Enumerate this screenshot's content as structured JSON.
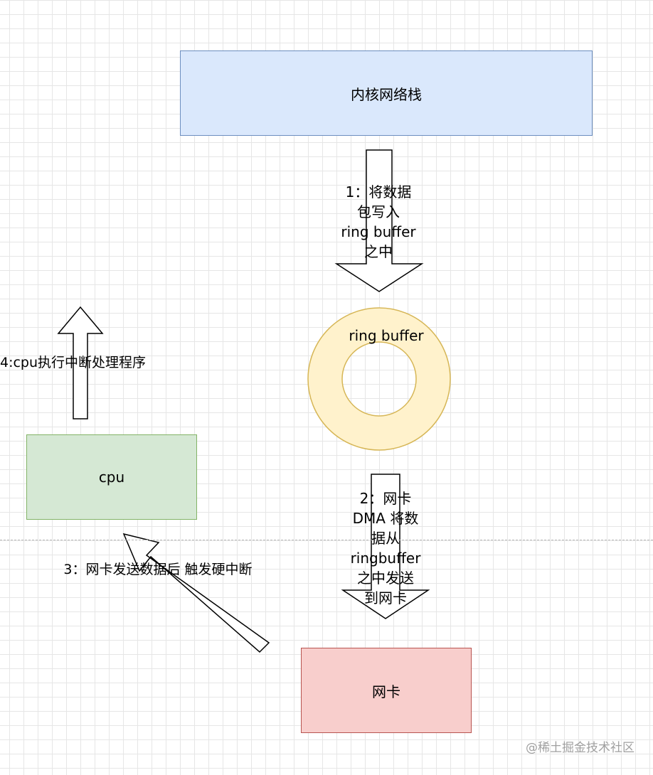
{
  "nodes": {
    "kernel_stack": {
      "label": "内核网络栈",
      "fill": "#dae8fc",
      "stroke": "#6c8ebf"
    },
    "ring_buffer": {
      "label": "ring buffer",
      "fill": "#fff2cc",
      "stroke": "#d6b656"
    },
    "cpu": {
      "label": "cpu",
      "fill": "#d5e8d4",
      "stroke": "#82b366"
    },
    "nic": {
      "label": "网卡",
      "fill": "#f8cecc",
      "stroke": "#b85450"
    }
  },
  "edges": {
    "step1": {
      "lines": [
        "1：将数据",
        "包写入",
        "ring buffer",
        "之中"
      ]
    },
    "step2": {
      "lines": [
        "2：网卡",
        "DMA 将数",
        "据从",
        "ringbuffer",
        "之中发送",
        "到网卡"
      ]
    },
    "step3": {
      "label": "3：网卡发送数据后 触发硬中断"
    },
    "step4": {
      "label": "4:cpu执行中断处理程序"
    }
  },
  "watermark": "@稀土掘金技术社区"
}
